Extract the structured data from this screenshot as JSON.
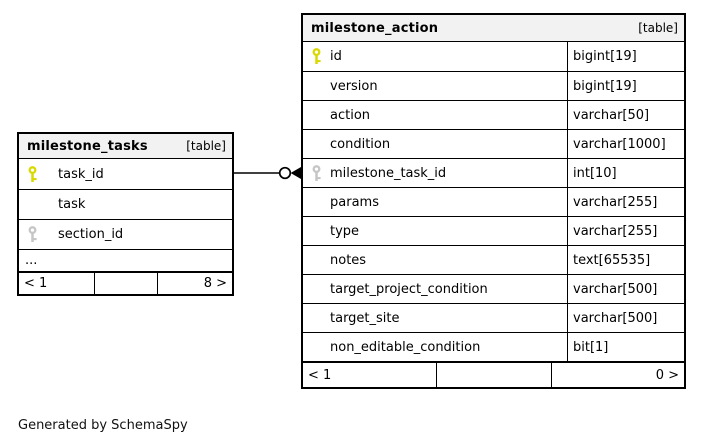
{
  "page": {
    "note": "Generated by SchemaSpy"
  },
  "colors": {
    "primary_key": "#d9d900",
    "foreign_key": "#c6c6c6",
    "header_bg": "#f2f2f2",
    "border": "#000000"
  },
  "tables": [
    {
      "id": "milestone_tasks",
      "name": "milestone_tasks",
      "tag": "[table]",
      "columns": [
        {
          "name": "task_id",
          "type": "",
          "key": "primary"
        },
        {
          "name": "task",
          "type": "",
          "key": "none"
        },
        {
          "name": "section_id",
          "type": "",
          "key": "foreign"
        },
        {
          "name": "...",
          "type": "",
          "key": "none"
        }
      ],
      "footer": {
        "left": "< 1",
        "middle": "",
        "right": "8 >"
      }
    },
    {
      "id": "milestone_action",
      "name": "milestone_action",
      "tag": "[table]",
      "columns": [
        {
          "name": "id",
          "type": "bigint[19]",
          "key": "primary"
        },
        {
          "name": "version",
          "type": "bigint[19]",
          "key": "none"
        },
        {
          "name": "action",
          "type": "varchar[50]",
          "key": "none"
        },
        {
          "name": "condition",
          "type": "varchar[1000]",
          "key": "none"
        },
        {
          "name": "milestone_task_id",
          "type": "int[10]",
          "key": "foreign"
        },
        {
          "name": "params",
          "type": "varchar[255]",
          "key": "none"
        },
        {
          "name": "type",
          "type": "varchar[255]",
          "key": "none"
        },
        {
          "name": "notes",
          "type": "text[65535]",
          "key": "none"
        },
        {
          "name": "target_project_condition",
          "type": "varchar[500]",
          "key": "none"
        },
        {
          "name": "target_site",
          "type": "varchar[500]",
          "key": "none"
        },
        {
          "name": "non_editable_condition",
          "type": "bit[1]",
          "key": "none"
        }
      ],
      "footer": {
        "left": "< 1",
        "middle": "",
        "right": "0 >"
      }
    }
  ],
  "relationship": {
    "from_table": "milestone_tasks",
    "from_column": "task_id",
    "to_table": "milestone_action",
    "to_column": "milestone_task_id"
  }
}
